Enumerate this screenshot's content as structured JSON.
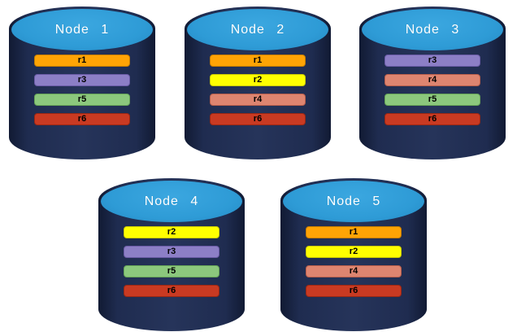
{
  "colors": {
    "background": "#ffffff",
    "cylinder_body": "#1f2c50",
    "cylinder_body_edge": "#111a33",
    "cylinder_top": "#2e9bd6",
    "node_label_text": "#ffffff",
    "bar_label_text": "#000000"
  },
  "replica_colors": {
    "r1": {
      "fill": "#ffa405",
      "border": "#c67c00"
    },
    "r2": {
      "fill": "#ffff00",
      "border": "#c9c900"
    },
    "r3": {
      "fill": "#8c7fc6",
      "border": "#6a5ba6"
    },
    "r4": {
      "fill": "#de8570",
      "border": "#b85e4b"
    },
    "r5": {
      "fill": "#8cc87d",
      "border": "#66a457"
    },
    "r6": {
      "fill": "#c93a22",
      "border": "#9a2714"
    }
  },
  "nodes": [
    {
      "label": "Node 1",
      "replicas": [
        "r1",
        "r3",
        "r5",
        "r6"
      ]
    },
    {
      "label": "Node 2",
      "replicas": [
        "r1",
        "r2",
        "r4",
        "r6"
      ]
    },
    {
      "label": "Node 3",
      "replicas": [
        "r3",
        "r4",
        "r5",
        "r6"
      ]
    },
    {
      "label": "Node 4",
      "replicas": [
        "r2",
        "r3",
        "r5",
        "r6"
      ]
    },
    {
      "label": "Node 5",
      "replicas": [
        "r1",
        "r2",
        "r4",
        "r6"
      ]
    }
  ]
}
